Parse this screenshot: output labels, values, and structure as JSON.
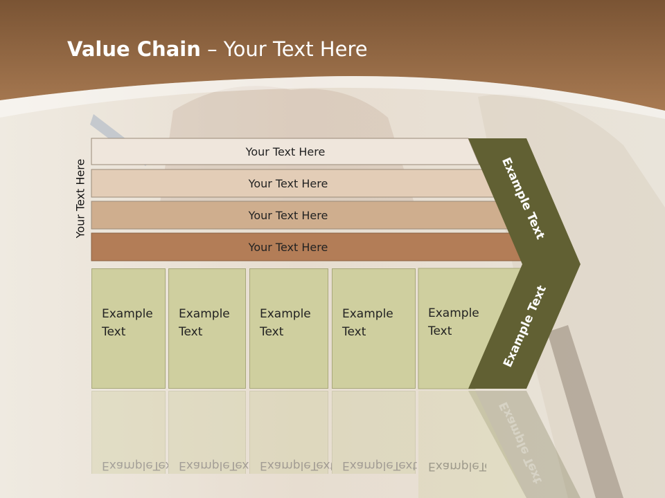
{
  "title": {
    "bold": "Value Chain",
    "rest": " – Your Text Here"
  },
  "side_label": "Your Text Here",
  "rows": [
    {
      "label": "Your Text Here",
      "color": "#efe6dc"
    },
    {
      "label": "Your Text Here",
      "color": "#e3cdb7"
    },
    {
      "label": "Your Text Here",
      "color": "#cfae8e"
    },
    {
      "label": "Your Text Here",
      "color": "#b37d57"
    }
  ],
  "boxes": [
    {
      "line1": "Example",
      "line2": "Text"
    },
    {
      "line1": "Example",
      "line2": "Text"
    },
    {
      "line1": "Example",
      "line2": "Text"
    },
    {
      "line1": "Example",
      "line2": "Text"
    },
    {
      "line1": "Example",
      "line2": "Text"
    }
  ],
  "chevron": {
    "top_label": "Example Text",
    "bottom_label": "Example Text",
    "reflection_label": "Example Text"
  },
  "colors": {
    "header": "#9c6b45",
    "chevron": "#616033",
    "box": "#cfcf9f"
  }
}
